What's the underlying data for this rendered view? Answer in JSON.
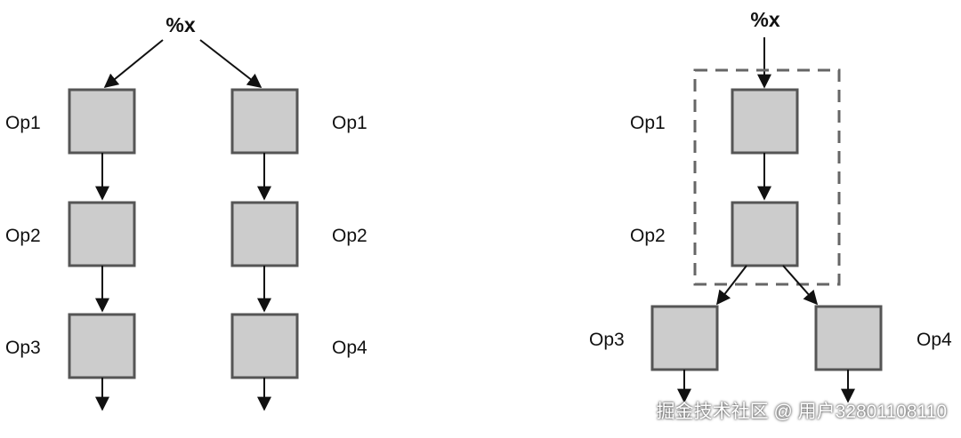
{
  "left": {
    "input": "%x",
    "chain_a": [
      "Op1",
      "Op2",
      "Op3"
    ],
    "chain_b": [
      "Op1",
      "Op2",
      "Op4"
    ]
  },
  "right": {
    "input": "%x",
    "fused": [
      "Op1",
      "Op2"
    ],
    "branches": [
      "Op3",
      "Op4"
    ]
  },
  "watermark": "掘金技术社区 @ 用户3280110811​0",
  "colors": {
    "box_fill": "#cccccc",
    "box_stroke": "#555555",
    "dashed_group": "#666666"
  }
}
